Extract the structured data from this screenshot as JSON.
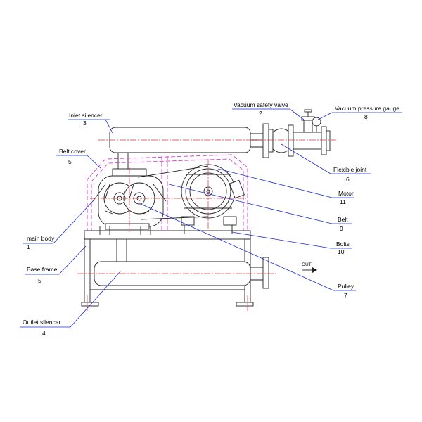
{
  "callouts": [
    {
      "key": "inlet_silencer",
      "label": "Inlet silencer",
      "number": "3"
    },
    {
      "key": "vacuum_safety_valve",
      "label": "Vacuum safety valve",
      "number": "2"
    },
    {
      "key": "vacuum_pressure_gauge",
      "label": "Vacuum pressure gauge",
      "number": "8"
    },
    {
      "key": "belt_cover",
      "label": "Belt cover",
      "number": "5"
    },
    {
      "key": "flexible_joint",
      "label": "Flexible joint",
      "number": "6"
    },
    {
      "key": "motor",
      "label": "Motor",
      "number": "11"
    },
    {
      "key": "belt",
      "label": "Belt",
      "number": "9"
    },
    {
      "key": "main_body",
      "label": "main body",
      "number": "1"
    },
    {
      "key": "bolts",
      "label": "Bolts",
      "number": "10"
    },
    {
      "key": "base_frame",
      "label": "Base frame",
      "number": "5"
    },
    {
      "key": "pulley",
      "label": "Pulley",
      "number": "7"
    },
    {
      "key": "outlet_silencer",
      "label": "Outlet silencer",
      "number": "4"
    }
  ],
  "flow_marker": {
    "text": "OUT"
  },
  "colors": {
    "linework": "#222222",
    "centerline": "#dd3333",
    "cover_outline": "#d23ad2",
    "leader": "#1a2bd8"
  }
}
